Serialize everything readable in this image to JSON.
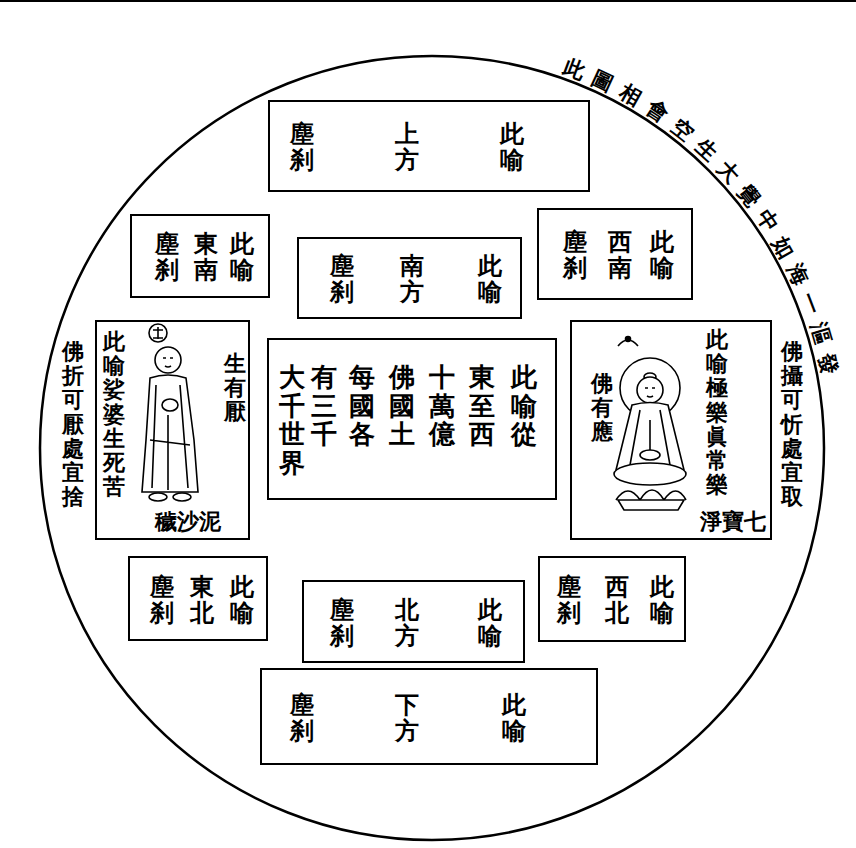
{
  "diagram": {
    "title": "此圖相會空生大覺中如海一漚發",
    "nodes": [
      {
        "text": [
          "此喻",
          "上方",
          "塵刹"
        ]
      },
      {
        "text": [
          "此喻",
          "東南",
          "塵刹"
        ]
      },
      {
        "text": [
          "此喻",
          "南方",
          "塵刹"
        ]
      },
      {
        "text": [
          "此喻",
          "西南",
          "塵刹"
        ]
      },
      {
        "text": [
          "此喻娑婆生死苦",
          "穢沙泥",
          "生有厭"
        ]
      },
      {
        "text": [
          "此喻從",
          "東至西",
          "十萬億",
          "佛國土",
          "每國各",
          "有三千",
          "大千世界"
        ]
      },
      {
        "text": [
          "此喻極樂眞常樂",
          "七寶淨",
          "佛有應"
        ]
      },
      {
        "text": [
          "此喻",
          "東北",
          "塵刹"
        ]
      },
      {
        "text": [
          "此喻",
          "北方",
          "塵刹"
        ]
      },
      {
        "text": [
          "此喻",
          "西北",
          "塵刹"
        ]
      },
      {
        "text": [
          "此喻",
          "下方",
          "塵刹"
        ]
      }
    ],
    "labels": [
      "佛折可厭處宜捨",
      "佛攝可忻處宜取"
    ]
  }
}
